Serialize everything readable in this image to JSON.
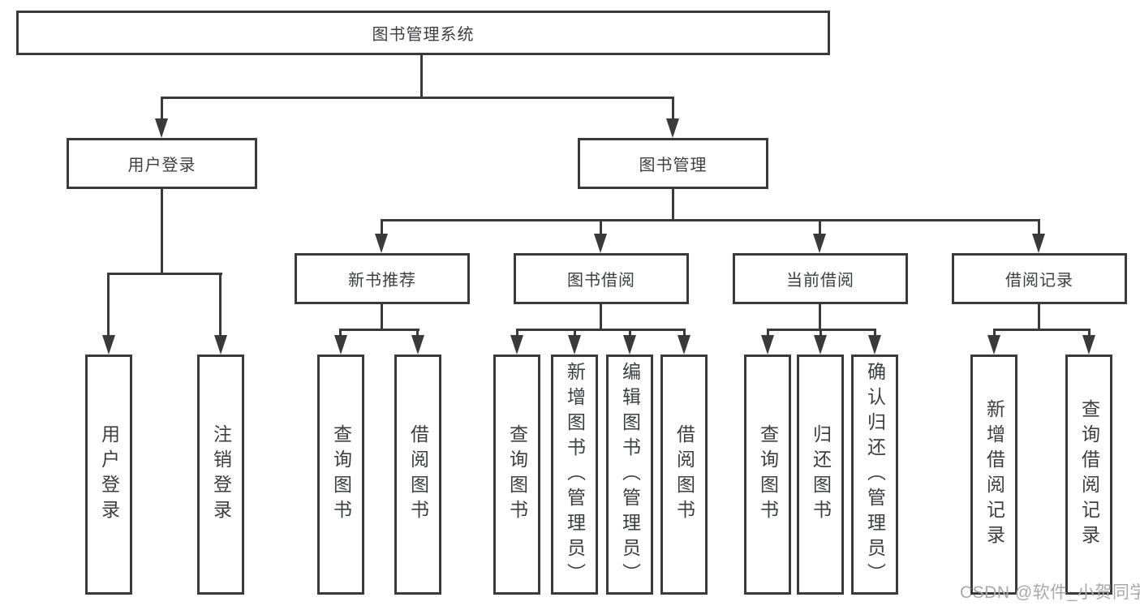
{
  "diagram": {
    "nodes": {
      "root": "图书管理系统",
      "user_login": "用户登录",
      "book_mgmt": "图书管理",
      "new_book_rec": "新书推荐",
      "book_borrow": "图书借阅",
      "current_borrow": "当前借阅",
      "borrow_records": "借阅记录",
      "leaf_user_login": "用户登录",
      "leaf_logout": "注销登录",
      "leaf_nbr_query": "查询图书",
      "leaf_nbr_borrow": "借阅图书",
      "leaf_bb_query": "查询图书",
      "leaf_bb_add": "新增图书（管理员）",
      "leaf_bb_edit": "编辑图书（管理员）",
      "leaf_bb_borrow": "借阅图书",
      "leaf_cb_query": "查询图书",
      "leaf_cb_return": "归还图书",
      "leaf_cb_confirm": "确认归还（管理员）",
      "leaf_br_add": "新增借阅记录",
      "leaf_br_query": "查询借阅记录"
    },
    "edges": [
      [
        "root",
        "user_login"
      ],
      [
        "root",
        "book_mgmt"
      ],
      [
        "user_login",
        "leaf_user_login"
      ],
      [
        "user_login",
        "leaf_logout"
      ],
      [
        "book_mgmt",
        "new_book_rec"
      ],
      [
        "book_mgmt",
        "book_borrow"
      ],
      [
        "book_mgmt",
        "current_borrow"
      ],
      [
        "book_mgmt",
        "borrow_records"
      ],
      [
        "new_book_rec",
        "leaf_nbr_query"
      ],
      [
        "new_book_rec",
        "leaf_nbr_borrow"
      ],
      [
        "book_borrow",
        "leaf_bb_query"
      ],
      [
        "book_borrow",
        "leaf_bb_add"
      ],
      [
        "book_borrow",
        "leaf_bb_edit"
      ],
      [
        "book_borrow",
        "leaf_bb_borrow"
      ],
      [
        "current_borrow",
        "leaf_cb_query"
      ],
      [
        "current_borrow",
        "leaf_cb_return"
      ],
      [
        "current_borrow",
        "leaf_cb_confirm"
      ],
      [
        "borrow_records",
        "leaf_br_add"
      ],
      [
        "borrow_records",
        "leaf_br_query"
      ]
    ],
    "colors": {
      "line": "#3a3a3a",
      "text": "#3c3e41",
      "watermark": "#a9a9a9",
      "background": "#ffffff"
    }
  },
  "watermark": "CSDN @软件_小贺同学"
}
